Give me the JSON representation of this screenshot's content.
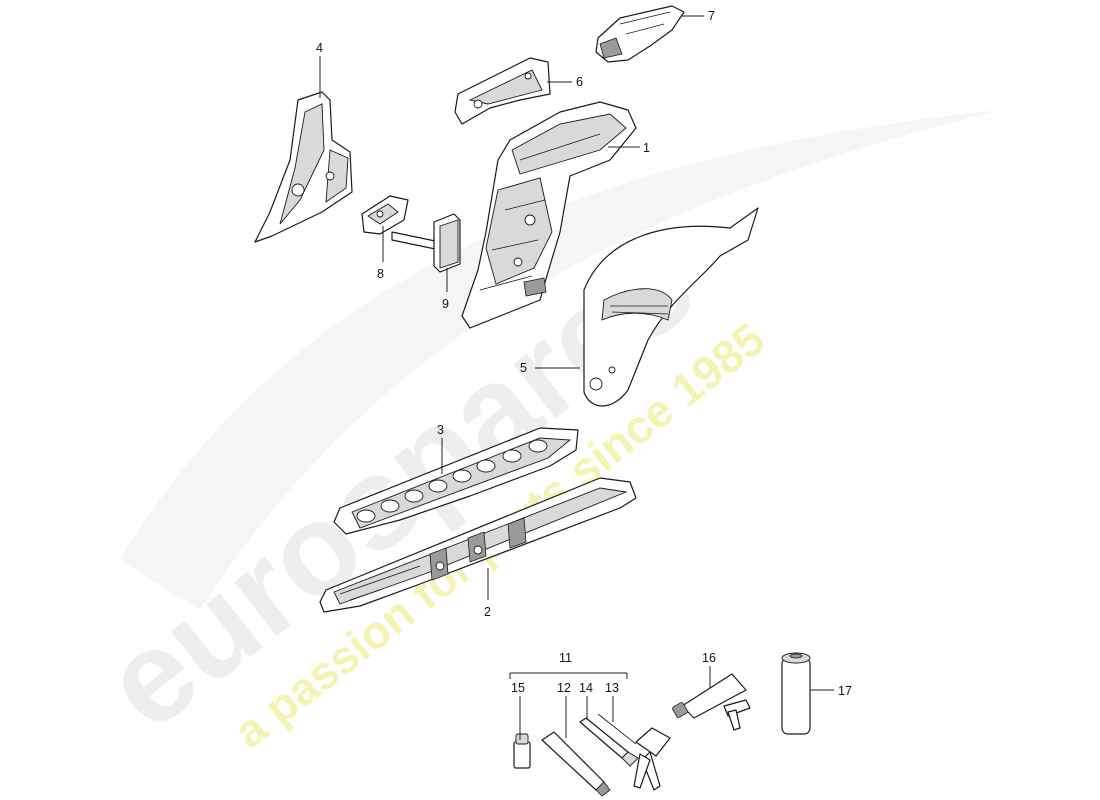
{
  "watermark": {
    "brand": "eurospares",
    "tagline": "a passion for parts since 1985",
    "brand_color": "#e6e6e6",
    "tagline_color": "#f3f1a6"
  },
  "callouts": {
    "p1": "1",
    "p2": "2",
    "p3": "3",
    "p4": "4",
    "p5": "5",
    "p6": "6",
    "p7": "7",
    "p8": "8",
    "p9": "9",
    "p11": "11",
    "p12": "12",
    "p13": "13",
    "p14": "14",
    "p15": "15",
    "p16": "16",
    "p17": "17"
  }
}
